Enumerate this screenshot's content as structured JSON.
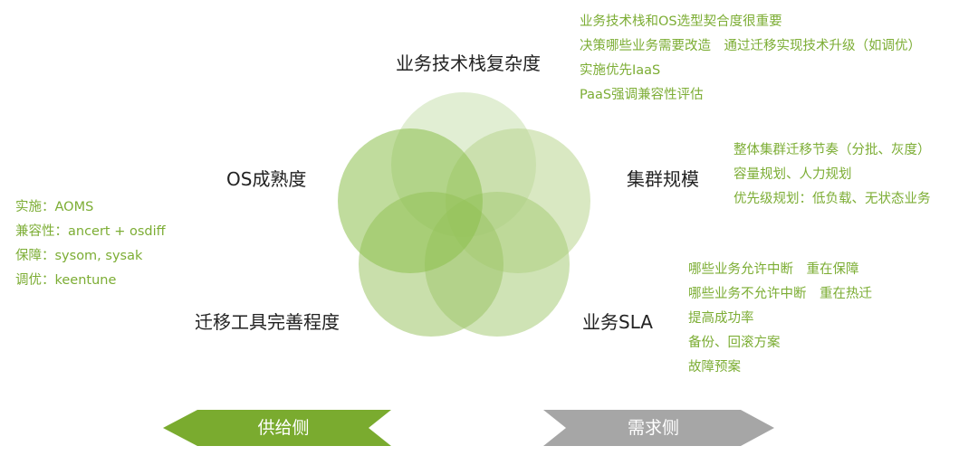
{
  "factors": {
    "tech_stack": "业务技术栈复杂度",
    "os_maturity": "OS成熟度",
    "cluster_scale": "集群规模",
    "migration_tools": "迁移工具完善程度",
    "business_sla": "业务SLA"
  },
  "notes": {
    "tech_stack": [
      "业务技术栈和OS选型契合度很重要",
      "决策哪些业务需要改造　通过迁移实现技术升级（如调优）",
      "实施优先IaaS",
      "PaaS强调兼容性评估"
    ],
    "cluster_scale": [
      "整体集群迁移节奏（分批、灰度）",
      "容量规划、人力规划",
      "优先级规划：低负载、无状态业务"
    ],
    "os_maturity": [
      "实施：AOMS",
      "兼容性：ancert + osdiff",
      "保障：sysom, sysak",
      "调优：keentune"
    ],
    "business_sla": [
      "哪些业务允许中断　重在保障",
      "哪些业务不允许中断　重在热迁",
      "提高成功率",
      "备份、回滚方案",
      "故障预案"
    ]
  },
  "arrows": {
    "supply": "供给侧",
    "demand": "需求侧"
  },
  "colors": {
    "note_text": "#7cad34",
    "supply_arrow": "#7aab2f",
    "demand_arrow": "#a6a6a6",
    "circle_dark": "#8cbf4c",
    "circle_light": "#c9e0ae"
  }
}
